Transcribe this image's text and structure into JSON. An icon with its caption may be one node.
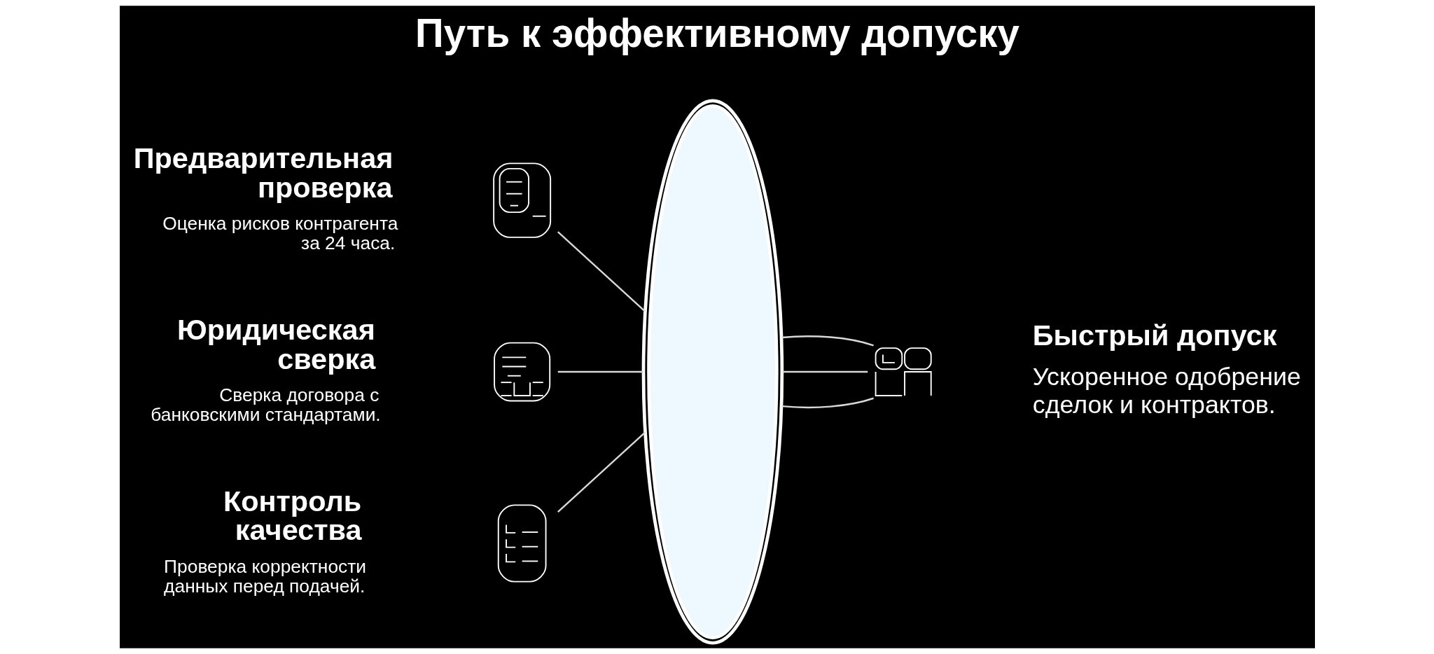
{
  "diagram": {
    "title": "Путь к эффективному допуску",
    "nodes": [
      {
        "text": [],
        "shape": "picture",
        "beside": [
          "Предварительная проверка",
          "Оценка рисков контрагента за 24 часа."
        ]
      },
      {
        "text": [],
        "shape": "picture",
        "beside": [
          "Юридическая сверка",
          "Сверка договора с банковскими стандартами."
        ]
      },
      {
        "text": [],
        "shape": "picture",
        "beside": [
          "Контроль качества",
          "Проверка корректности данных перед подачей."
        ]
      },
      {
        "text": [],
        "shape": "ellipse"
      },
      {
        "text": [],
        "shape": "picture",
        "beside": [
          "Быстрый допуск",
          "Ускоренное одобрение сделок и контрактов."
        ]
      }
    ],
    "edges": [
      {
        "from": 0,
        "to": 3,
        "arrow": "none"
      },
      {
        "from": 1,
        "to": 3,
        "arrow": "none"
      },
      {
        "from": 2,
        "to": 3,
        "arrow": "none"
      },
      {
        "from": 3,
        "to": 4,
        "arrow": "none"
      },
      {
        "from": 3,
        "to": 4,
        "arrow": "none"
      },
      {
        "from": 3,
        "to": 4,
        "arrow": "none"
      }
    ]
  }
}
